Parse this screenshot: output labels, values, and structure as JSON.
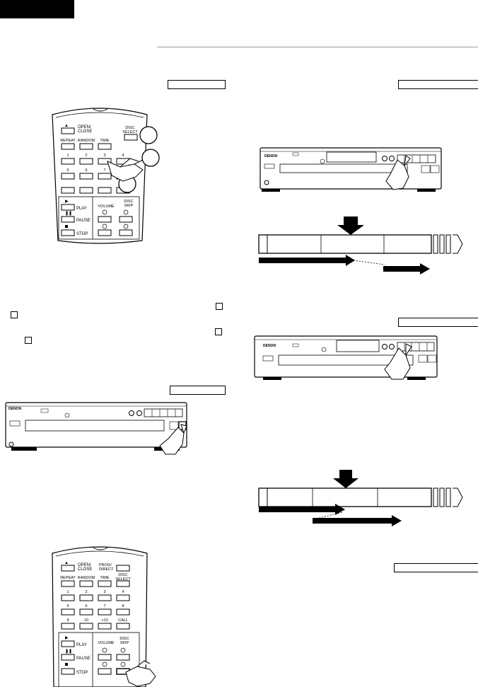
{
  "remote_top": {
    "keys": {
      "open_close": "OPEN/\nCLOSE",
      "repeat": "REPEAT",
      "random": "RANDOM",
      "time": "TIME",
      "disc_select": "DISC\nSELECT",
      "n1": "1",
      "n2": "2",
      "n3": "3",
      "n4": "4",
      "n5": "5",
      "n6": "6",
      "n7": "7",
      "play": "PLAY",
      "volume": "VOLUME",
      "disc_skip": "DISC\nSKIP",
      "pause": "PAUSE",
      "stop": "STOP"
    }
  },
  "remote_bottom": {
    "keys": {
      "open_close": "OPEN/\nCLOSE",
      "prog_direct": "PROG/\nDIRECT",
      "repeat": "REPEAT",
      "random": "RANDOM",
      "time": "TIME",
      "disc_select": "DISC\nSELECT",
      "n1": "1",
      "n2": "2",
      "n3": "3",
      "n4": "4",
      "n5": "5",
      "n6": "6",
      "n7": "7",
      "n8": "8",
      "n9": "9",
      "n10": "10",
      "plus10": "+10",
      "call": "CALL",
      "play": "PLAY",
      "volume": "VOLUME",
      "disc_skip": "DISC\nSKIP",
      "pause": "PAUSE",
      "stop": "STOP"
    }
  },
  "player": {
    "brand": "DENON"
  },
  "icons": [
    "hand-pointer-icon",
    "down-arrow-icon",
    "right-arrow-icon",
    "track-bar-icon",
    "checkbox-icon"
  ]
}
